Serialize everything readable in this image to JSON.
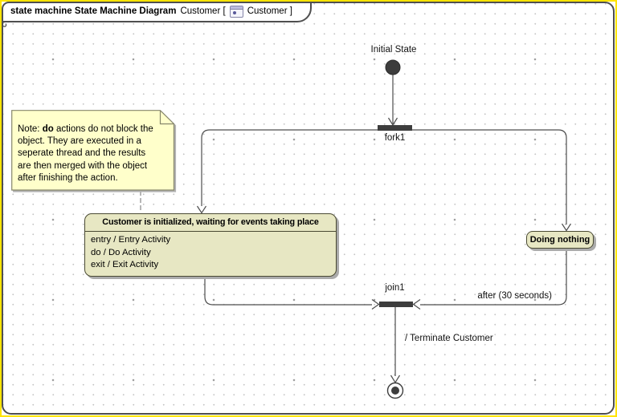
{
  "header": {
    "stereotype_title": "state machine State Machine Diagram",
    "context": "Customer [",
    "name": "Customer ]",
    "icon": "state-machine-diagram-icon"
  },
  "nodes": {
    "initial": {
      "label": "Initial State"
    },
    "fork": {
      "label": "fork1"
    },
    "join": {
      "label": "join1"
    },
    "state_main": {
      "title": "Customer is initialized, waiting for events taking place",
      "activities": [
        "entry / Entry Activity",
        "do / Do Activity",
        "exit / Exit Activity"
      ]
    },
    "state_doing_nothing": {
      "label": "Doing nothing"
    },
    "final": {
      "label": ""
    }
  },
  "transitions": {
    "after_label": "after (30 seconds)",
    "terminate_label": "/ Terminate Customer"
  },
  "note": {
    "line1_pre": "Note: ",
    "line1_bold": "do",
    "line1_rest": " actions do not block the",
    "line2": "object. They are executed in a",
    "line3": "seperate thread and the results",
    "line4": "are then merged with the object",
    "line5": "after finishing the action."
  },
  "colors": {
    "frame_highlight": "#ffe400",
    "frame_border": "#4f4f4f",
    "state_fill": "#e7e7c3",
    "state_border": "#4a4a33",
    "note_fill": "#ffffcb",
    "node_dark": "#3d3d3d",
    "wire": "#4d4d4d"
  }
}
